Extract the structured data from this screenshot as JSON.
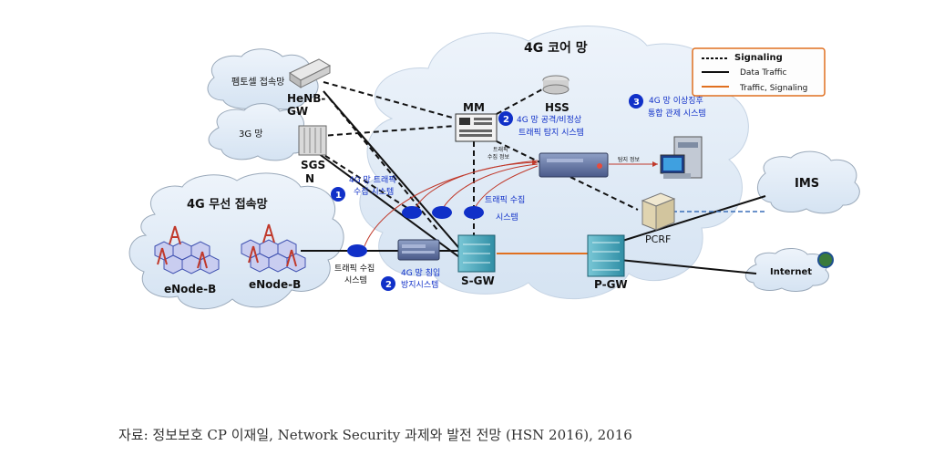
{
  "core_title": "4G 코어 망",
  "legend": {
    "signaling": "Signaling",
    "data_traffic": "Data Traffic",
    "traffic_signaling": "Traffic, Signaling"
  },
  "clouds": {
    "femtocell": "펨토셀 접속망",
    "net3g": "3G 망",
    "wireless": "4G 무선 접속망",
    "ims": "IMS",
    "internet": "Internet"
  },
  "nodes": {
    "henb_gw_1": "HeNB-",
    "henb_gw_2": "GW",
    "sgsn_1": "SGS",
    "sgsn_2": "N",
    "mme": "MM",
    "hss": "HSS",
    "sgw": "S-GW",
    "pgw": "P-GW",
    "pcrf": "PCRF",
    "enodeb_1": "eNode-B",
    "enodeb_2": "eNode-B"
  },
  "systems": {
    "s1_num": "1",
    "s1_line1": "4G 망 트래픽",
    "s1_line2": "수집 시스템",
    "s2a_num": "2",
    "s2a_line1": "4G 망 공격/비정상",
    "s2a_line2": "트래픽 탐지 시스템",
    "s2b_num": "2",
    "s2b_line1": "4G 망 침입",
    "s2b_line2": "방지시스템",
    "s3_num": "3",
    "s3_line1": "4G 망 이상징후",
    "s3_line2": "통합 관제 시스템",
    "collect_left_1": "트래픽 수집",
    "collect_left_2": "시스템",
    "collect_mid_1": "트래픽 수집",
    "collect_mid_2": "시스템",
    "collect_info_1": "트래픽",
    "collect_info_2": "수집 정보",
    "detect_info": "탐지 정보"
  },
  "caption": "자료: 정보보호 CP 이재일, Network Security 과제와 발전 전망 (HSN 2016), 2016"
}
